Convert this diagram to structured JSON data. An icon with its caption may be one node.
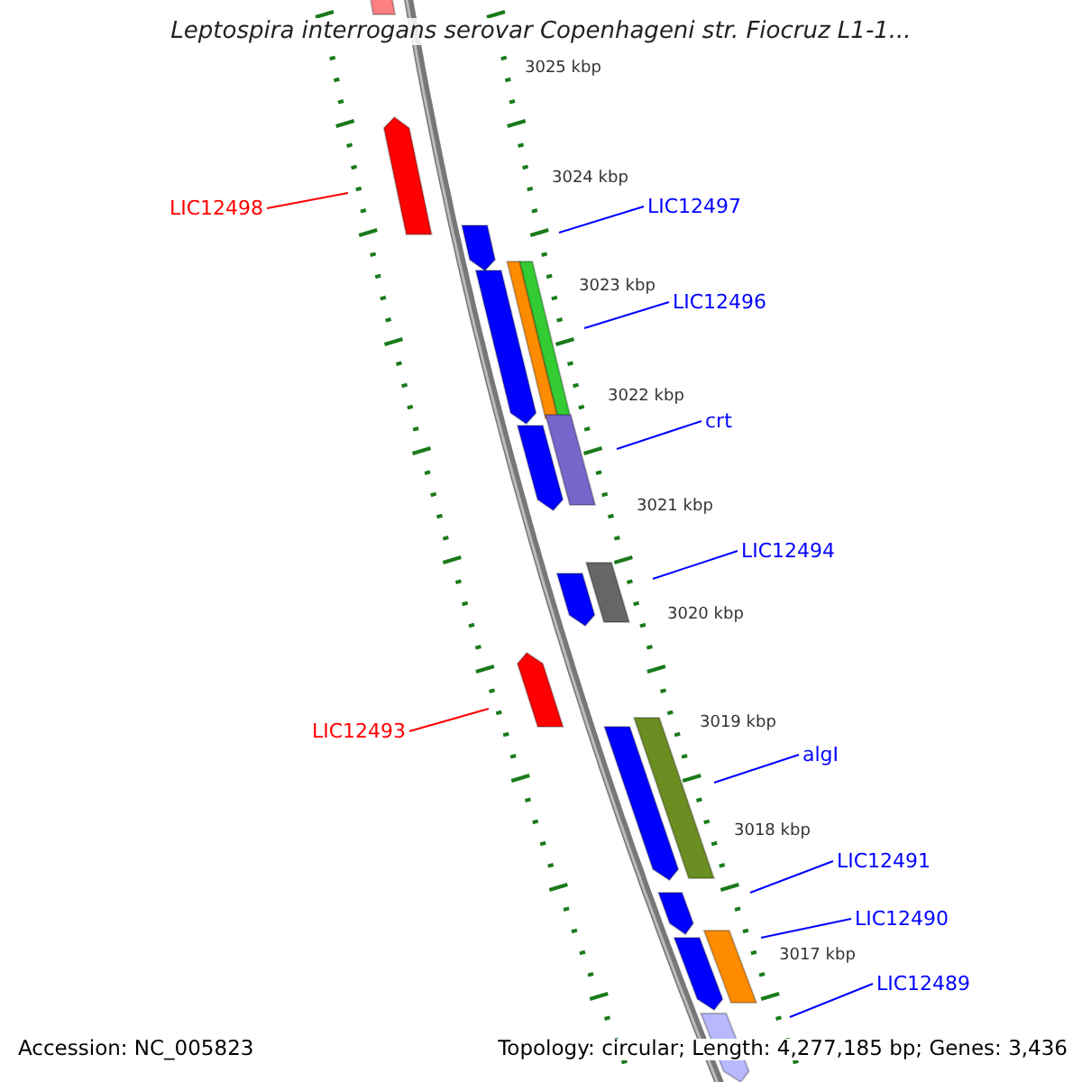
{
  "diagram": {
    "title": "Leptospira interrogans serovar Copenhageni str. Fiocruz L1-1...",
    "nodes": [
      {
        "text": [
          "LIC12498"
        ]
      },
      {
        "text": [
          "LIC12497"
        ]
      },
      {
        "text": [
          "LIC12496"
        ]
      },
      {
        "text": [
          "crt"
        ]
      },
      {
        "text": [
          "LIC12494"
        ]
      },
      {
        "text": [
          "LIC12493"
        ]
      },
      {
        "text": [
          "algI"
        ]
      },
      {
        "text": [
          "LIC12491"
        ]
      },
      {
        "text": [
          "LIC12490"
        ]
      },
      {
        "text": [
          "LIC12489"
        ]
      }
    ],
    "edges": [
      {
        "from": 0,
        "to": null,
        "arrow": "none",
        "color": "#ff0000"
      },
      {
        "from": 1,
        "to": null,
        "arrow": "none"
      },
      {
        "from": 2,
        "to": null,
        "arrow": "none"
      },
      {
        "from": 3,
        "to": null,
        "arrow": "none"
      },
      {
        "from": 4,
        "to": null,
        "arrow": "none"
      },
      {
        "from": 5,
        "to": null,
        "arrow": "none",
        "color": "#ff0000"
      },
      {
        "from": 6,
        "to": null,
        "arrow": "none"
      },
      {
        "from": 7,
        "to": null,
        "arrow": "none"
      },
      {
        "from": 8,
        "to": null,
        "arrow": "none"
      },
      {
        "from": 9,
        "to": null,
        "arrow": "none"
      }
    ],
    "labels": [
      "3025 kbp",
      "3024 kbp",
      "3023 kbp",
      "3022 kbp",
      "3021 kbp",
      "3020 kbp",
      "3019 kbp",
      "3018 kbp",
      "3017 kbp",
      "Accession: NC_005823",
      "Topology: circular; Length: 4,277,185 bp; Genes: 3,436"
    ]
  }
}
